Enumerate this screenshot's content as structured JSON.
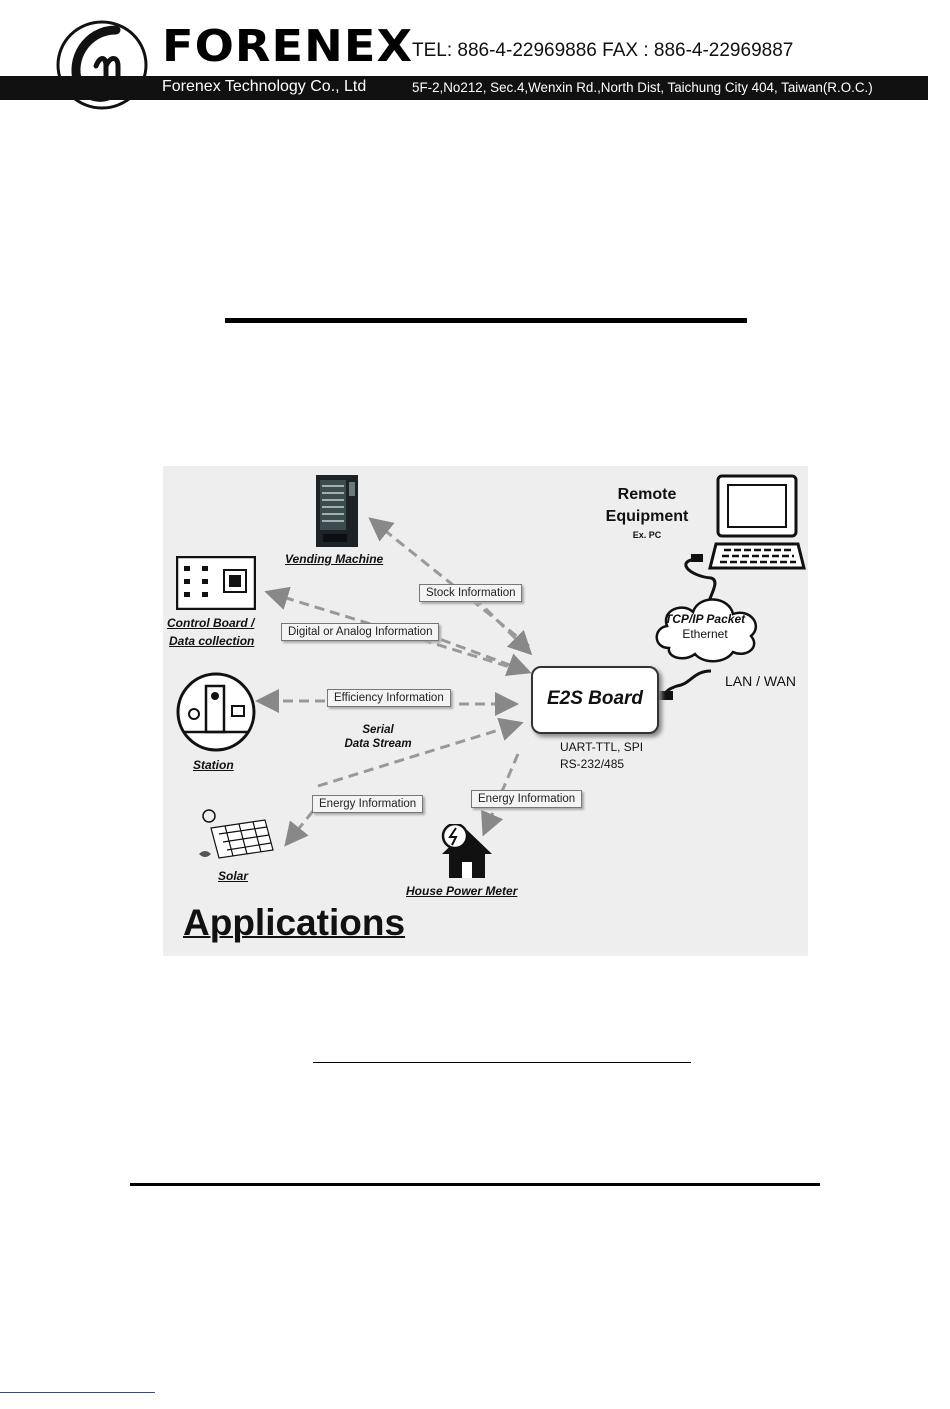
{
  "header": {
    "brand": "FORENEX",
    "tel_fax": "TEL: 886-4-22969886  FAX : 886-4-22969887",
    "company": "Forenex Technology Co., Ltd",
    "address": "5F-2,No212, Sec.4,Wenxin Rd.,North Dist, Taichung City 404, Taiwan(R.O.C.)"
  },
  "figure": {
    "title": "Applications",
    "remote_equipment": {
      "line1": "Remote",
      "line2": "Equipment",
      "example": "Ex. PC"
    },
    "cloud": {
      "line1": "TCP/IP Packet",
      "line2": "Ethernet"
    },
    "lan_wan": "LAN / WAN",
    "board": {
      "name": "E2S Board",
      "iface1": "UART-TTL, SPI",
      "iface2": "RS-232/485"
    },
    "serial": {
      "line1": "Serial",
      "line2": "Data Stream"
    },
    "nodes": {
      "vending": "Vending Machine",
      "control1": "Control Board /",
      "control2": "Data collection",
      "station": "Station",
      "solar": "Solar",
      "house": "House Power Meter"
    },
    "info": {
      "stock": "Stock Information",
      "digital": "Digital or Analog Information",
      "efficiency": "Efficiency Information",
      "energy_solar": "Energy Information",
      "energy_house": "Energy Information"
    }
  }
}
